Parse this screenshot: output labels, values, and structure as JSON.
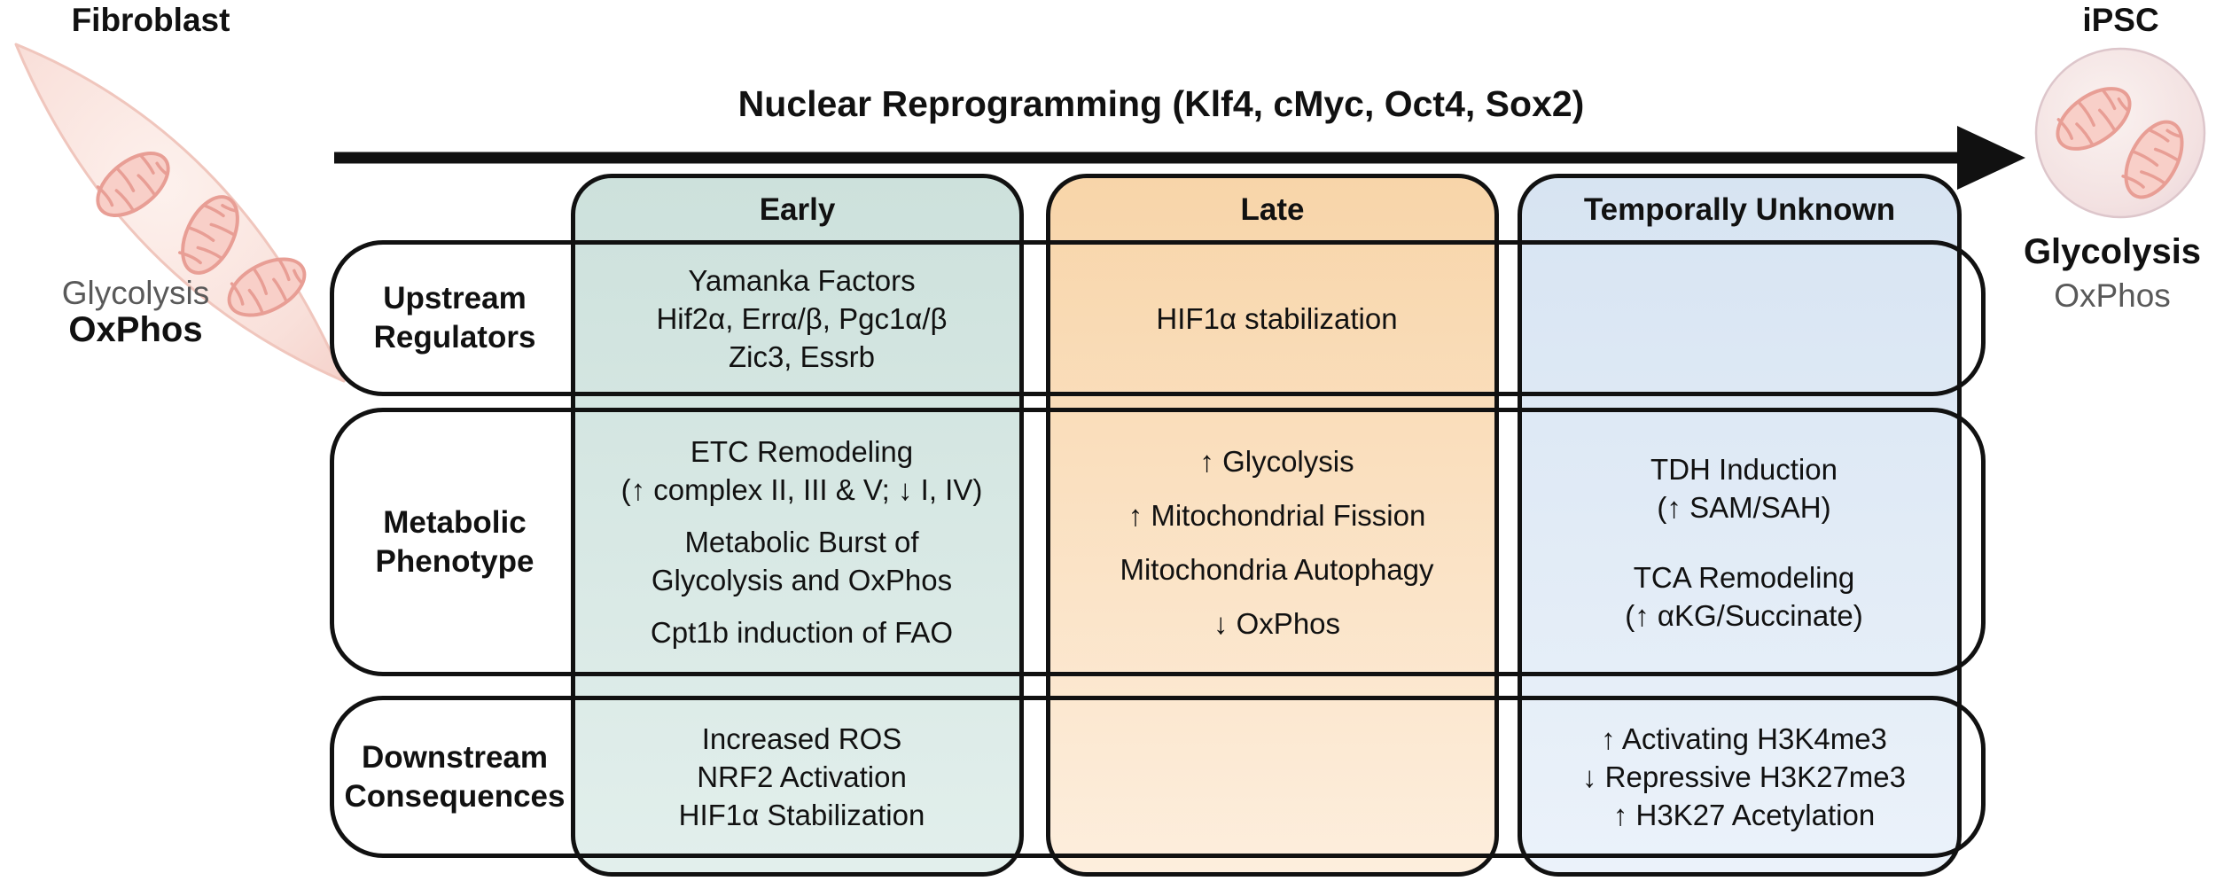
{
  "figure": {
    "title": "Nuclear Reprogramming (Klf4, cMyc, Oct4, Sox2)"
  },
  "fibroblast": {
    "label": "Fibroblast",
    "glycolysis": "Glycolysis",
    "oxphos": "OxPhos"
  },
  "ipsc": {
    "label": "iPSC",
    "glycolysis": "Glycolysis",
    "oxphos": "OxPhos"
  },
  "columns": {
    "early": {
      "header": "Early",
      "color_top": "#cde1dc",
      "color_bottom": "#e2efec"
    },
    "late": {
      "header": "Late",
      "color_top": "#f8d5a9",
      "color_bottom": "#fdeedd"
    },
    "unknown": {
      "header": "Temporally Unknown",
      "color_top": "#d7e4f2",
      "color_bottom": "#ebf2fa"
    }
  },
  "rows": {
    "upstream": {
      "label_lines": [
        "Upstream",
        "Regulators"
      ]
    },
    "metabolic": {
      "label_lines": [
        "Metabolic",
        "Phenotype"
      ]
    },
    "downstream": {
      "label_lines": [
        "Downstream",
        "Consequences"
      ]
    }
  },
  "cells": {
    "upstream_early": {
      "lines": [
        "Yamanka Factors",
        "Hif2α, Errα/β, Pgc1α/β",
        "Zic3, Essrb"
      ]
    },
    "upstream_late": {
      "lines": [
        "HIF1α stabilization"
      ]
    },
    "upstream_unknown": {
      "lines": []
    },
    "metabolic_early": {
      "para1": [
        "ETC Remodeling",
        "(↑ complex II, III & V; ↓ I, IV)"
      ],
      "para2": [
        "Metabolic Burst of",
        "Glycolysis and OxPhos"
      ],
      "para3": [
        "Cpt1b induction of FAO"
      ]
    },
    "metabolic_late": {
      "lines": [
        "↑ Glycolysis",
        "↑ Mitochondrial Fission",
        "Mitochondria Autophagy",
        "↓ OxPhos"
      ]
    },
    "metabolic_unknown": {
      "para1": [
        "TDH Induction",
        "(↑ SAM/SAH)"
      ],
      "para2": [
        "TCA Remodeling",
        "(↑ αKG/Succinate)"
      ]
    },
    "downstream_early": {
      "lines": [
        "Increased ROS",
        "NRF2 Activation",
        "HIF1α Stabilization"
      ]
    },
    "downstream_late": {
      "lines": []
    },
    "downstream_unknown": {
      "lines": [
        "↑ Activating H3K4me3",
        "↓ Repressive H3K27me3",
        "↑ H3K27 Acetylation"
      ]
    }
  },
  "accent_colors": {
    "border_black": "#111111",
    "arrow_black": "#111111",
    "muted_gray_text": "#595959",
    "cell_pink": "#f6d4cd",
    "mitochondria_pink": "#e89e95"
  }
}
